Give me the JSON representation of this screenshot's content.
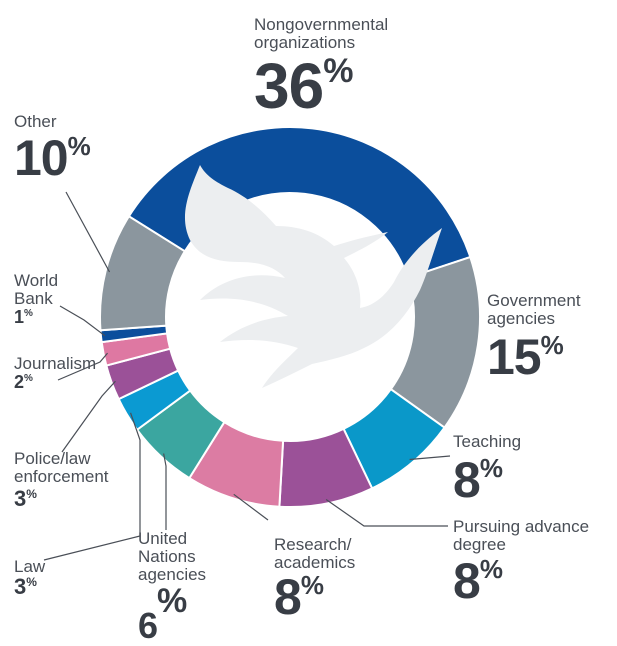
{
  "chart_data": {
    "type": "pie",
    "donut": true,
    "categories": [
      "Nongovernmental\norganizations",
      "Government\nagencies",
      "Teaching",
      "Pursuing advance\ndegree",
      "Research/\nacademics",
      "United\nNations\nagencies",
      "Law",
      "Police/law\nenforcement",
      "Journalism",
      "World\nBank",
      "Other"
    ],
    "values": [
      36,
      15,
      8,
      8,
      8,
      6,
      3,
      3,
      2,
      1,
      10
    ],
    "labels": [
      "36%",
      "15%",
      "8%",
      "8%",
      "8%",
      "6%",
      "3%",
      "3%",
      "2%",
      "1%",
      "10%"
    ],
    "colors": [
      "#0b4e9c",
      "#8b969e",
      "#0a98c9",
      "#9b5198",
      "#dc7ca3",
      "#3ba6a0",
      "#0b9ad2",
      "#9b5198",
      "#de78a2",
      "#0b4e9c",
      "#8b969e"
    ],
    "center_icon": "dove-icon"
  }
}
